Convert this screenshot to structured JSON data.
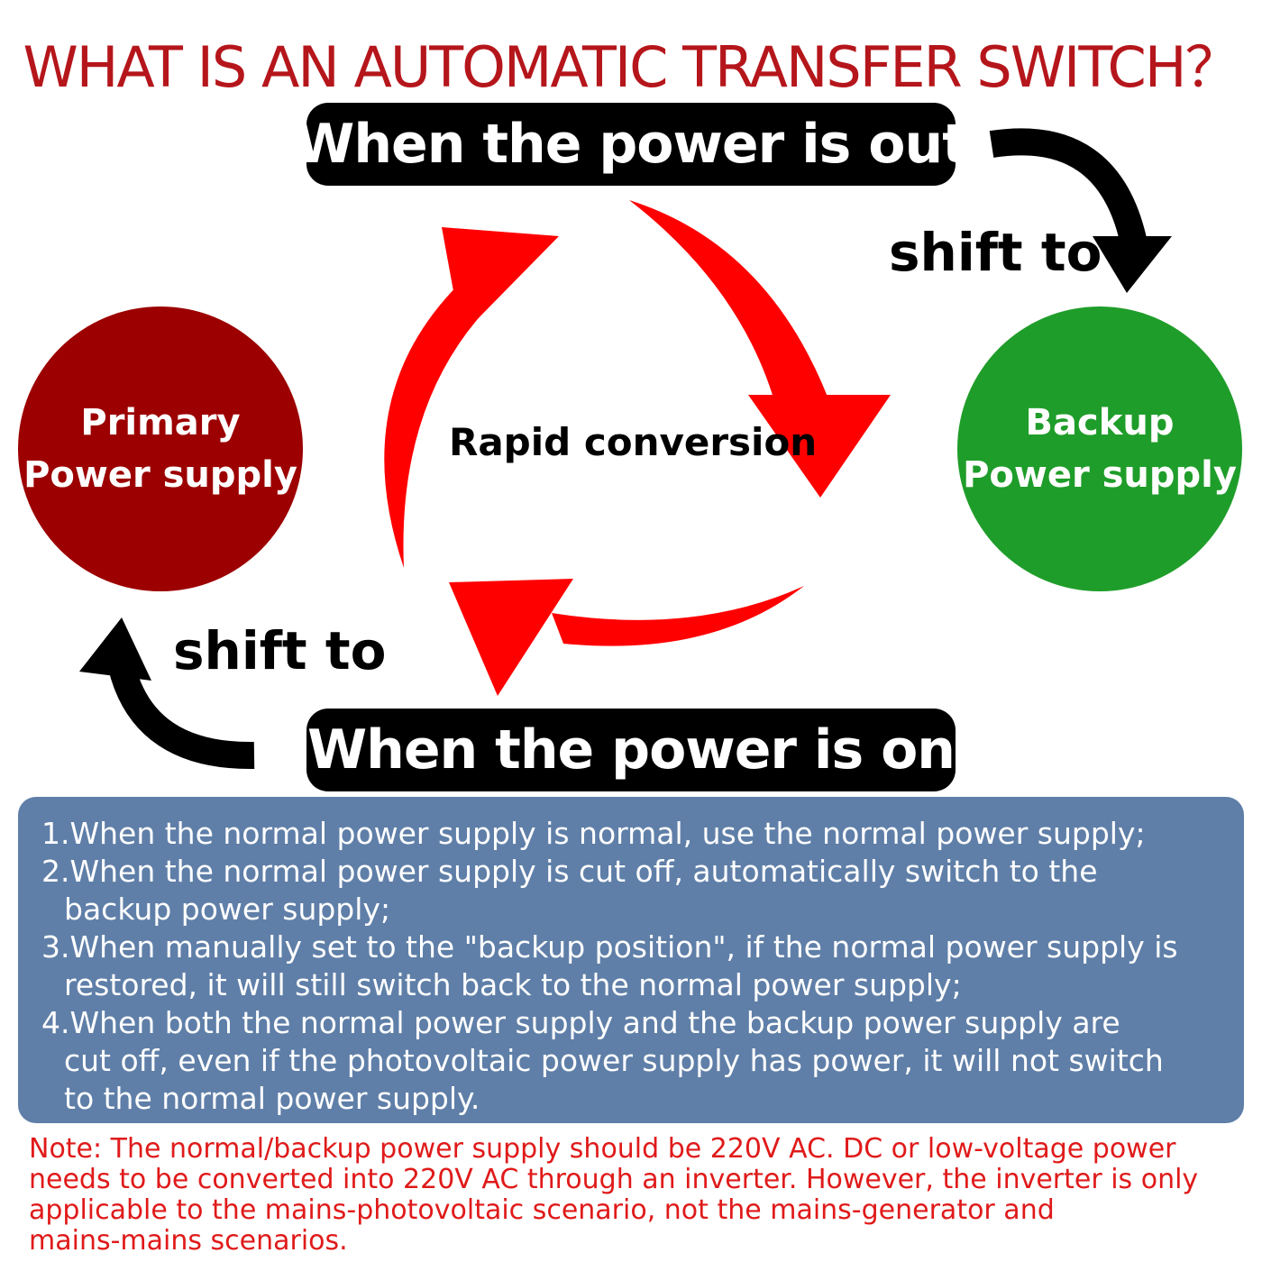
{
  "title": "WHAT IS AN AUTOMATIC TRANSFER SWITCH？",
  "top_banner": "When the power is out",
  "bottom_banner": "When the power is on",
  "primary": {
    "line1": "Primary",
    "line2": "Power supply"
  },
  "backup": {
    "line1": "Backup",
    "line2": "Power supply"
  },
  "shift_top": "shift to",
  "shift_bottom": "shift to",
  "center": "Rapid conversion",
  "colors": {
    "title": "#b5161b",
    "primary": "#9c0000",
    "backup": "#1f9d2a",
    "arrow_red": "#ff0000",
    "info_bg": "#5f7fa8",
    "note": "#e01a1a"
  },
  "icons": [
    "curved-arrow-right-down-icon",
    "curved-arrow-left-up-icon",
    "cycle-arrow-icon"
  ],
  "info": {
    "item1": {
      "line1": "1.When the normal power supply is normal, use the normal power supply;"
    },
    "item2": {
      "line1": "2.When the normal power supply is cut off, automatically switch to the",
      "line2": "backup power supply;"
    },
    "item3": {
      "line1": "3.When manually set to the \"backup position\", if the normal power supply is",
      "line2": "restored, it will still switch back to the normal power supply;"
    },
    "item4": {
      "line1": "4.When both the normal power supply and the backup power supply are",
      "line2": "cut off, even if the photovoltaic power supply has power, it will not switch",
      "line3": "to the normal power supply."
    }
  },
  "note": {
    "line1": "Note: The normal/backup power supply should be 220V AC. DC or low-voltage power",
    "line2": " needs to be converted into 220V AC through an inverter. However, the inverter is only",
    "line3": " applicable to the mains-photovoltaic scenario, not the mains-generator and",
    "line4": "mains-mains scenarios."
  }
}
